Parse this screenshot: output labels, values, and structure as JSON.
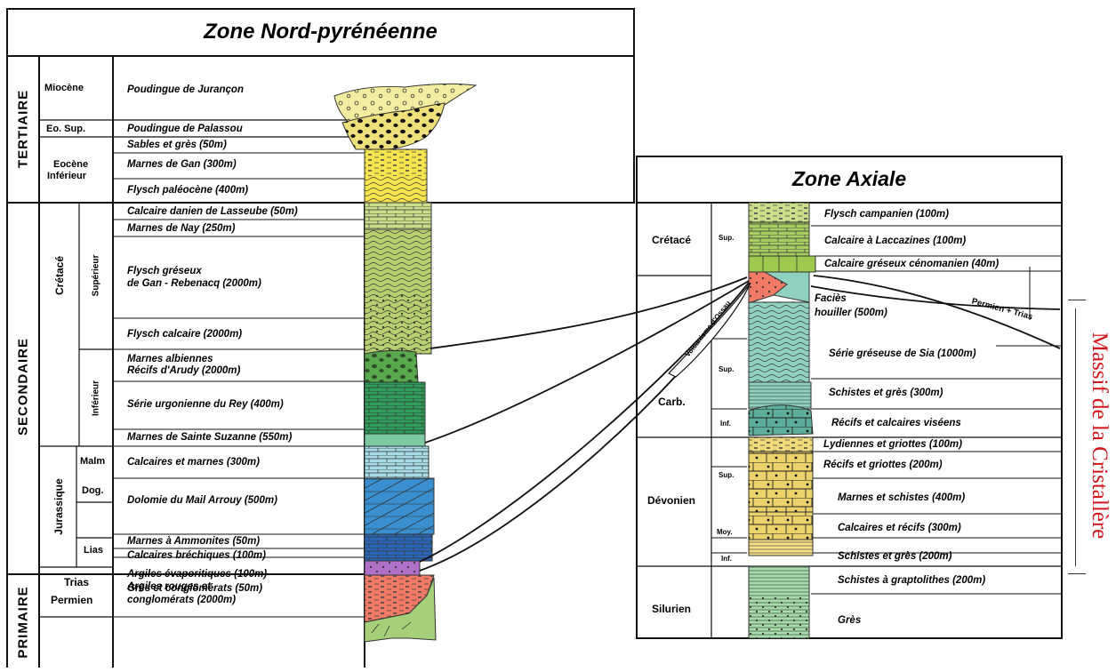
{
  "left_title": "Zone Nord-pyrénéenne",
  "right_title": "Zone Axiale",
  "side_label": "Massif de la Cristallère",
  "left": {
    "eras": [
      "TERTIAIRE",
      "SECONDAIRE",
      "PRIMAIRE"
    ],
    "periods": [
      "Miocène",
      "Eo. Sup.",
      "Eocène",
      "Inférieur",
      "Crétacé",
      "Jurassique",
      "Trias",
      "Permien"
    ],
    "subdivisions": [
      "Supérieur",
      "Inférieur",
      "Malm",
      "Dog.",
      "Lias"
    ],
    "formations": [
      "Poudingue de Jurançon",
      "Poudingue de Palassou",
      "Sables et grès (50m)",
      "Marnes de Gan (300m)",
      "Flysch paléocène (400m)",
      "Calcaire danien de Lasseube (50m)",
      "Marnes de Nay (250m)",
      "Flysch gréseux",
      "de Gan - Rebenacq (2000m)",
      "Flysch calcaire (2000m)",
      "Marnes albiennes",
      "Récifs d'Arudy (2000m)",
      "Série urgonienne du Rey (400m)",
      "Marnes de Sainte Suzanne (550m)",
      "Calcaires et marnes (300m)",
      "Dolomie du Mail Arrouy (500m)",
      "Marnes à Ammonites (50m)",
      "Calcaires bréchiques (100m)",
      "Argiles évaporitiques (100m)",
      "Grès et conglomérats (50m)",
      "Argiles rouges et",
      "conglomérats (2000m)"
    ]
  },
  "right": {
    "periods": [
      "Crétacé",
      "Carb.",
      "Dévonien",
      "Silurien"
    ],
    "subdivisions": [
      "Sup.",
      "Sup.",
      "Inf.",
      "Sup.",
      "Moy.",
      "Inf."
    ],
    "formations": [
      "Flysch campanien (100m)",
      "Calcaire à Laccazines (100m)",
      "Calcaire gréseux cénomanien (40m)",
      "Faciès",
      "houiller (500m)",
      "Série gréseuse de Sia (1000m)",
      "Schistes et grès (300m)",
      "Récifs et calcaires viséens",
      "Lydiennes et griottes (100m)",
      "Récifs et griottes (200m)",
      "Marnes et schistes (400m)",
      "Calcaires et récifs (300m)",
      "Schistes et grès (200m)",
      "Schistes à graptolithes (200m)",
      "Grès"
    ],
    "annotations": [
      "Volcanisme d'Ossau",
      "Permien + Trias"
    ]
  }
}
